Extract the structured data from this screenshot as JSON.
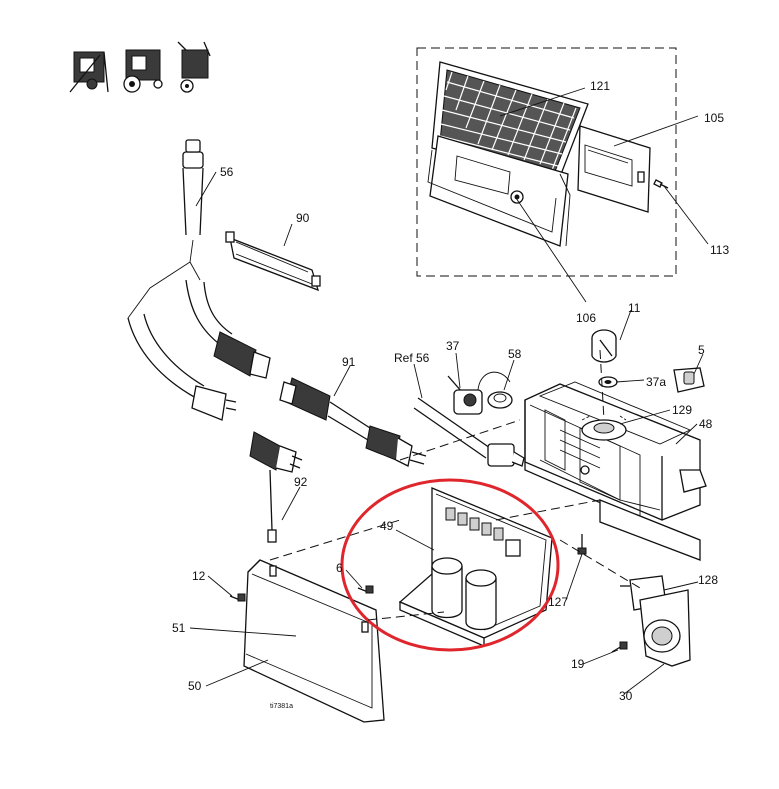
{
  "labels": {
    "p121": "121",
    "p105": "105",
    "p113": "113",
    "p106": "106",
    "p56": "56",
    "p90": "90",
    "p11": "11",
    "p5": "5",
    "p37a": "37a",
    "p129": "129",
    "p48": "48",
    "p37": "37",
    "p58": "58",
    "ref56": "Ref 56",
    "p91": "91",
    "p92": "92",
    "p49": "49",
    "p12": "12",
    "p6": "6",
    "p127": "127",
    "p128": "128",
    "p51": "51",
    "p50": "50",
    "p19": "19",
    "p30": "30"
  },
  "figure_ref": "ti7381a",
  "colors": {
    "line": "#111111",
    "highlight_circle": "#e0262d",
    "shade": "#cfcfcf"
  }
}
